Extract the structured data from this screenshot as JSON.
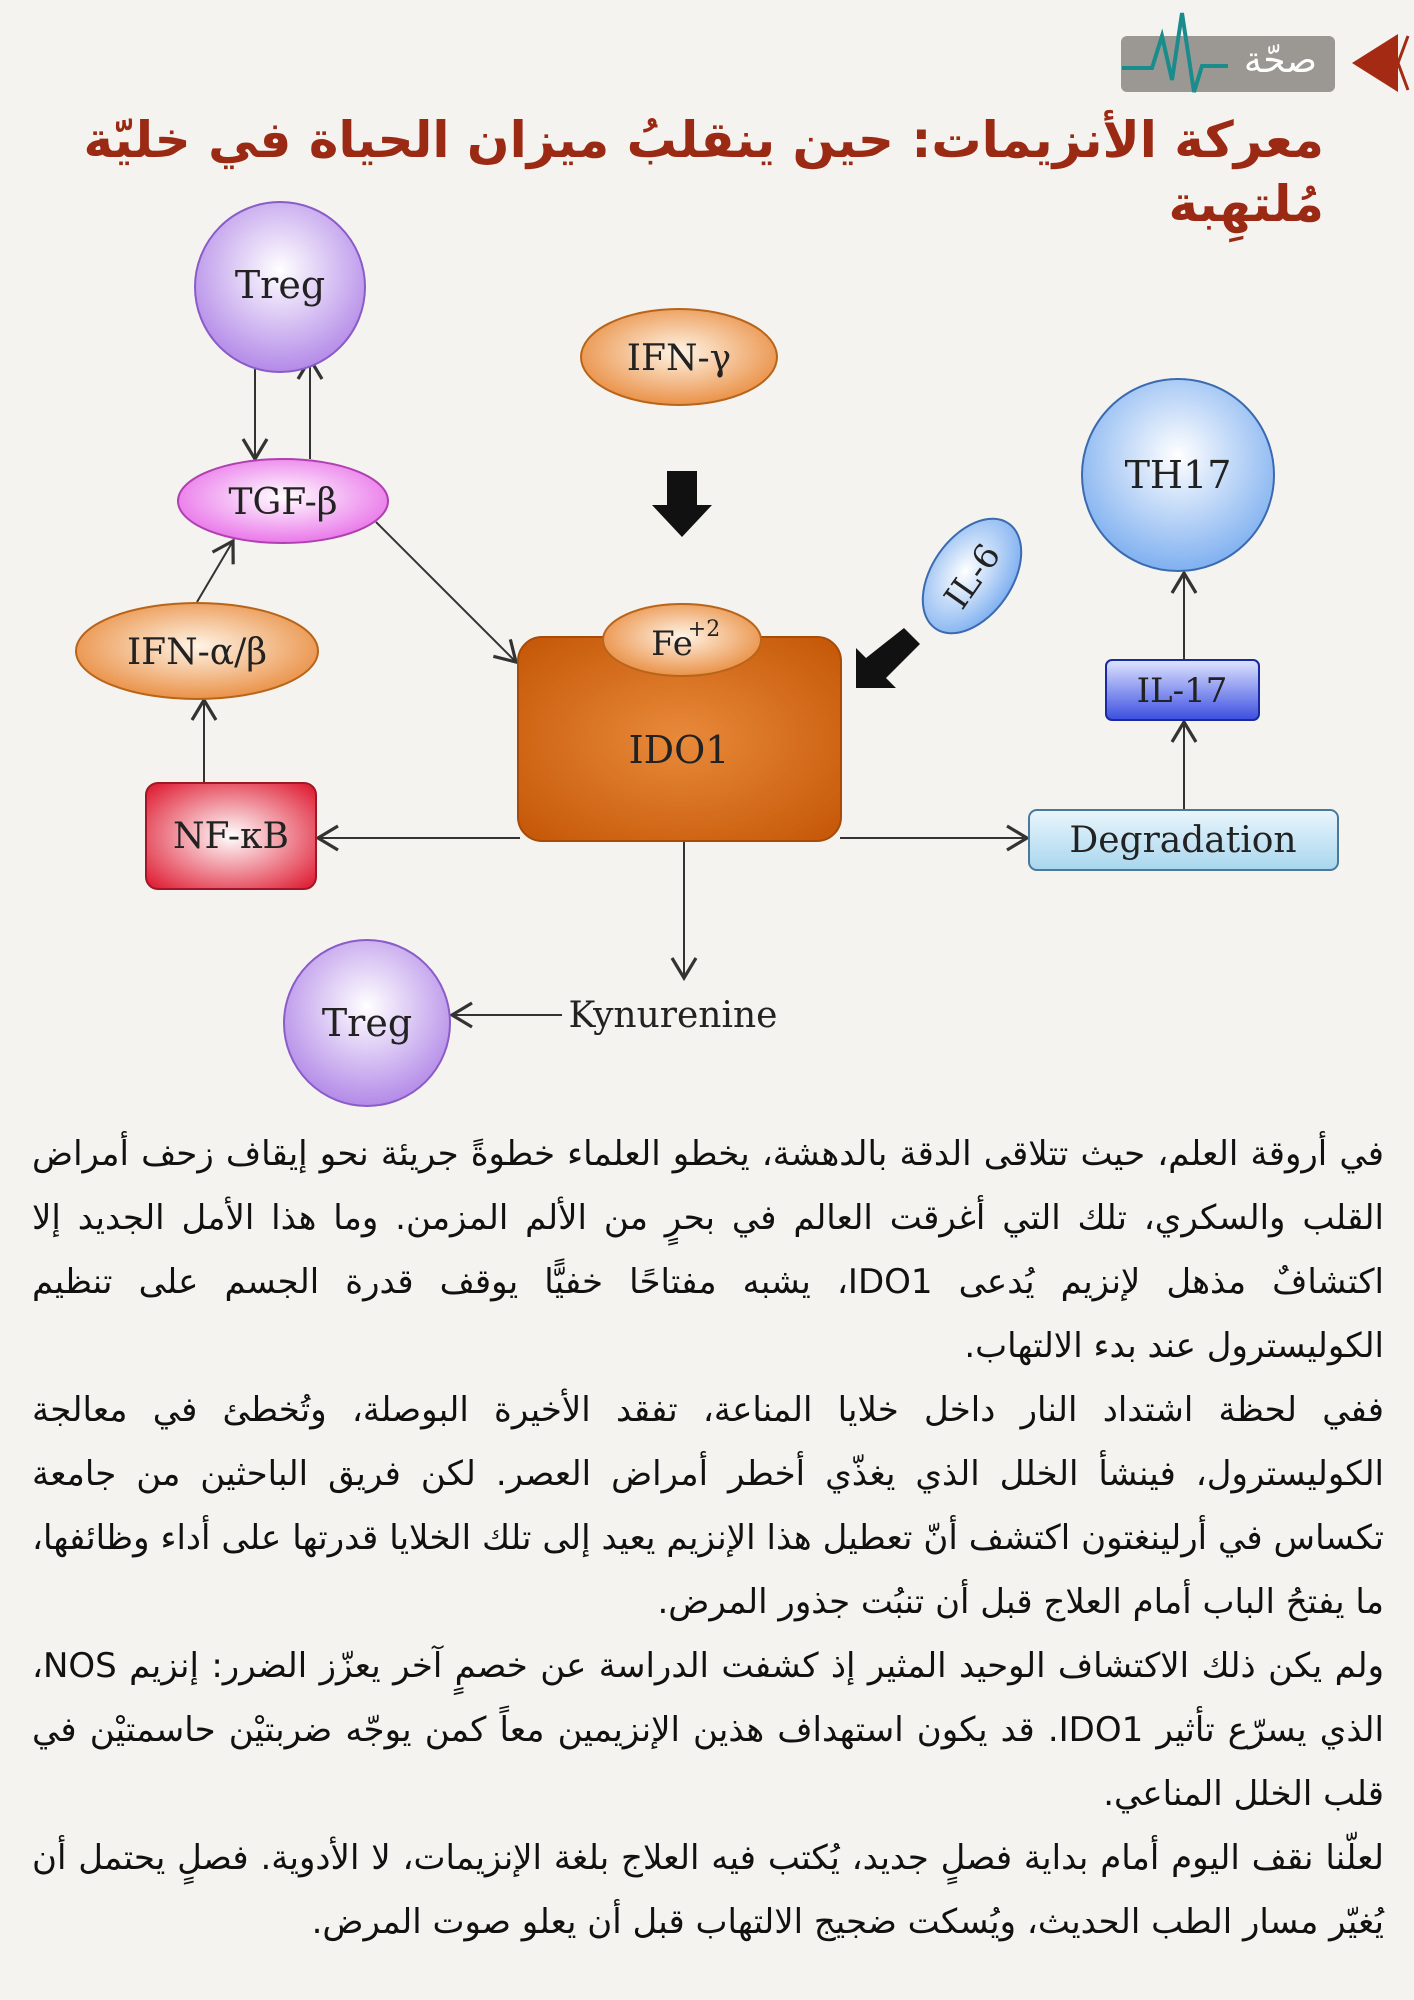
{
  "header": {
    "section_label": "صحّة",
    "title": "معركة الأنزيمات: حين ينقلبُ ميزان الحياة في خليّة مُلتهِبة"
  },
  "diagram": {
    "treg_top": "Treg",
    "tgf_beta": "TGF-β",
    "ifn_alpha_beta": "IFN-α/β",
    "nf_kb": "NF-κB",
    "ifn_gamma": "IFN-γ",
    "fe": "Fe",
    "fe_charge": "+2",
    "ido1": "IDO1",
    "il6": "IL-6",
    "th17": "TH17",
    "il17": "IL-17",
    "degradation": "Degradation",
    "kynurenine": "Kynurenine",
    "treg_bottom": "Treg"
  },
  "article": {
    "paragraphs": [
      "في أروقة العلم، حيث تتلاقى الدقة بالدهشة، يخطو العلماء خطوةً جريئة نحو إيقاف زحف أمراض القلب والسكري، تلك التي أغرقت العالم في بحرٍ من الألم المزمن. وما هذا الأمل الجديد إلا اكتشافٌ مذهل لإنزيم يُدعى IDO1، يشبه مفتاحًا خفيًّا يوقف قدرة الجسم على تنظيم الكوليسترول عند بدء الالتهاب.",
      "ففي لحظة اشتداد النار داخل خلايا المناعة، تفقد الأخيرة البوصلة، وتُخطئ في معالجة الكوليسترول، فينشأ الخلل الذي يغذّي أخطر أمراض العصر. لكن فريق الباحثين من جامعة تكساس في أرلينغتون اكتشف أنّ تعطيل هذا الإنزيم يعيد إلى تلك الخلايا قدرتها على أداء وظائفها، ما يفتحُ الباب أمام العلاج قبل أن تنبُت جذور المرض.",
      "ولم يكن ذلك الاكتشاف الوحيد المثير إذ كشفت الدراسة عن خصمٍ آخر يعزّز الضرر: إنزيم NOS، الذي يسرّع تأثير IDO1. قد يكون استهداف هذين الإنزيمين معاً كمن يوجّه ضربتيْن حاسمتيْن في قلب الخلل المناعي.",
      "لعلّنا نقف اليوم أمام بداية فصلٍ جديد، يُكتب فيه العلاج بلغة الإنزيمات، لا الأدوية. فصلٍ يحتمل أن يُغيّر مسار الطب الحديث، ويُسكت ضجيج الالتهاب قبل أن يعلو صوت المرض."
    ]
  },
  "colors": {
    "title": "#9b2a14",
    "badge": "#9b9893",
    "pulse": "#1a8c8c",
    "accent": "#a52a14"
  }
}
